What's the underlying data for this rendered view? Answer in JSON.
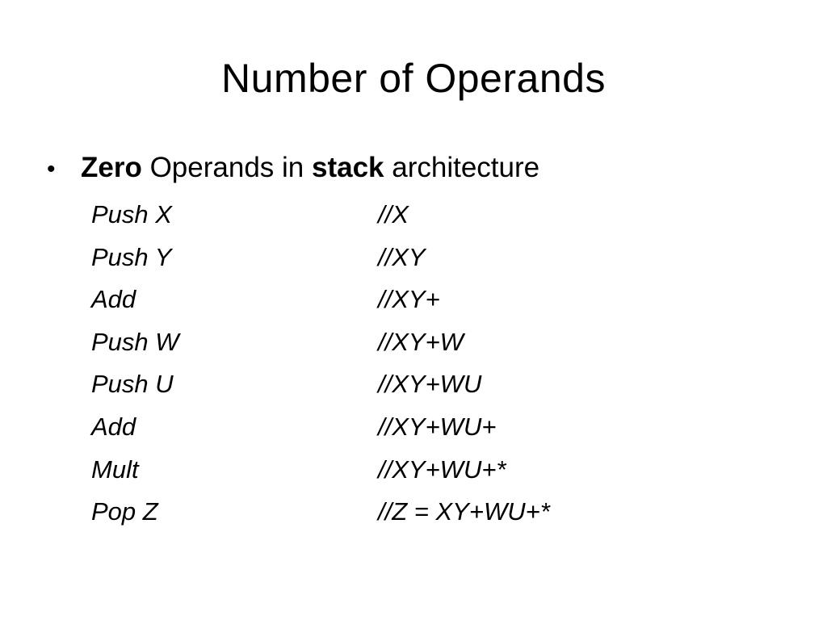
{
  "slide": {
    "title": "Number of Operands",
    "bullet": {
      "symbol": "•",
      "part1_bold": "Zero",
      "part2": " Operands in ",
      "part3_bold": "stack",
      "part4": " architecture"
    },
    "code": [
      {
        "instr": "Push X",
        "comment": "//X"
      },
      {
        "instr": "Push Y",
        "comment": "//XY"
      },
      {
        "instr": "Add",
        "comment": "//XY+"
      },
      {
        "instr": "Push W",
        "comment": "//XY+W"
      },
      {
        "instr": "Push U",
        "comment": "//XY+WU"
      },
      {
        "instr": "Add",
        "comment": "//XY+WU+"
      },
      {
        "instr": "Mult",
        "comment": "//XY+WU+*"
      },
      {
        "instr": "Pop Z",
        "comment": "//Z = XY+WU+*"
      }
    ]
  }
}
